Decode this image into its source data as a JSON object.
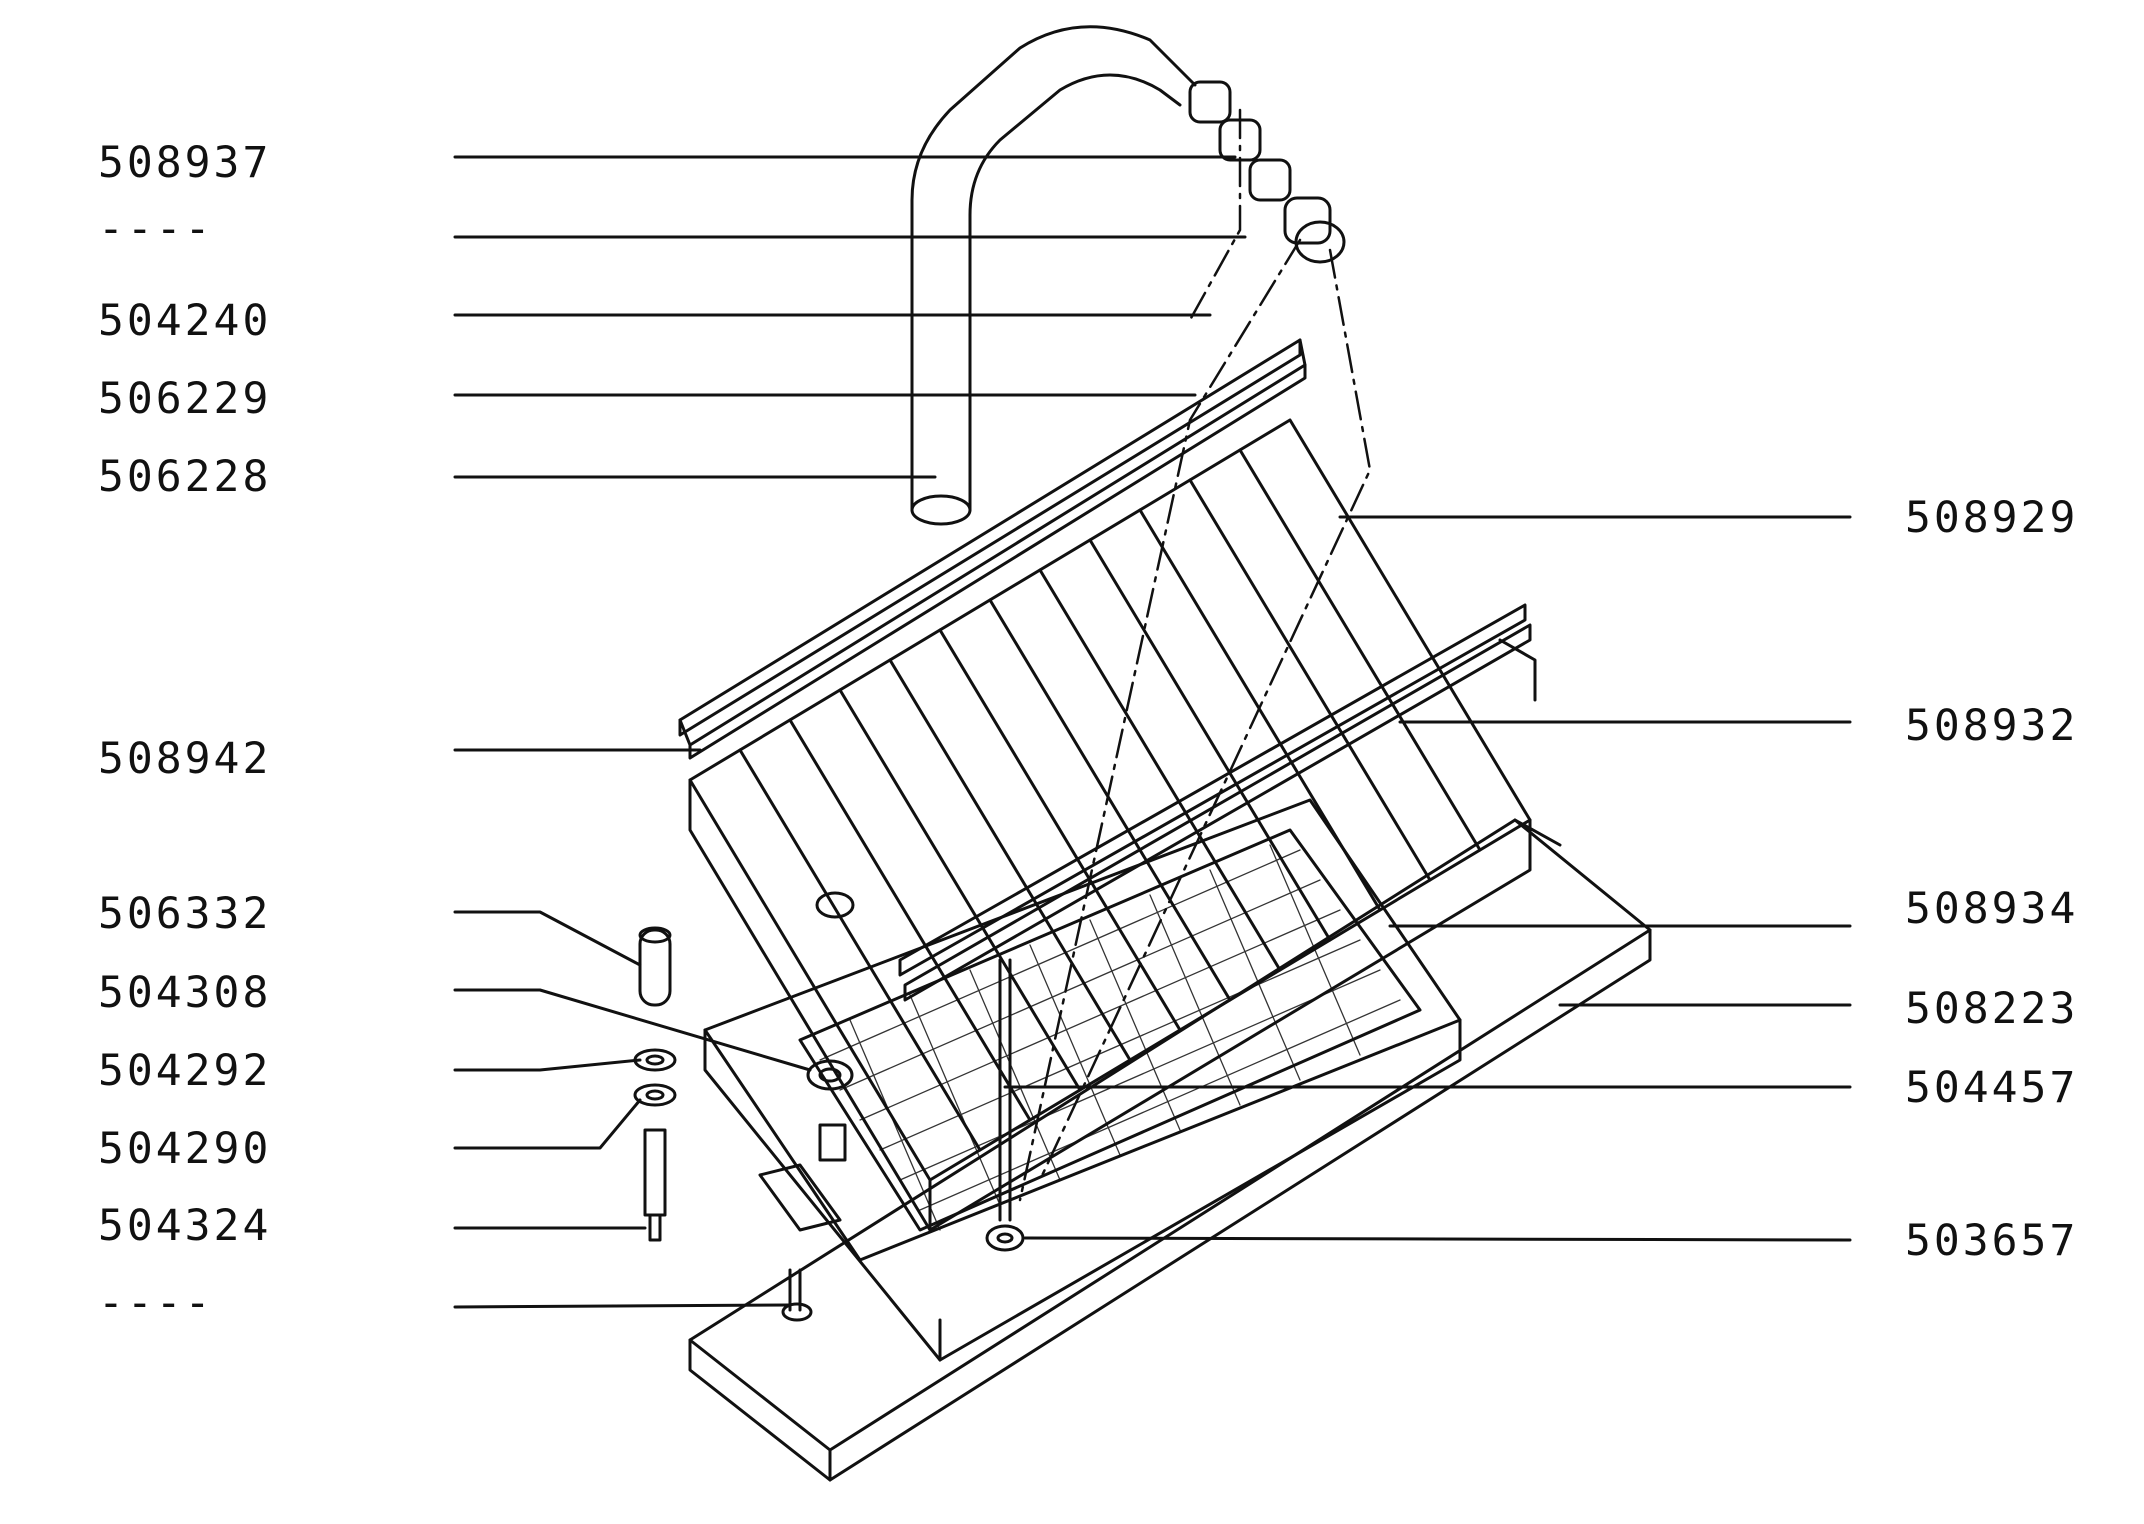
{
  "diagram": {
    "left_labels": [
      "508937",
      "----",
      "504240",
      "506229",
      "506228",
      "508942",
      "506332",
      "504308",
      "504292",
      "504290",
      "504324",
      "----"
    ],
    "right_labels": [
      "508929",
      "508932",
      "508934",
      "508223",
      "504457",
      "503657"
    ]
  },
  "colors": {
    "ink": "#111111",
    "background": "#ffffff"
  }
}
